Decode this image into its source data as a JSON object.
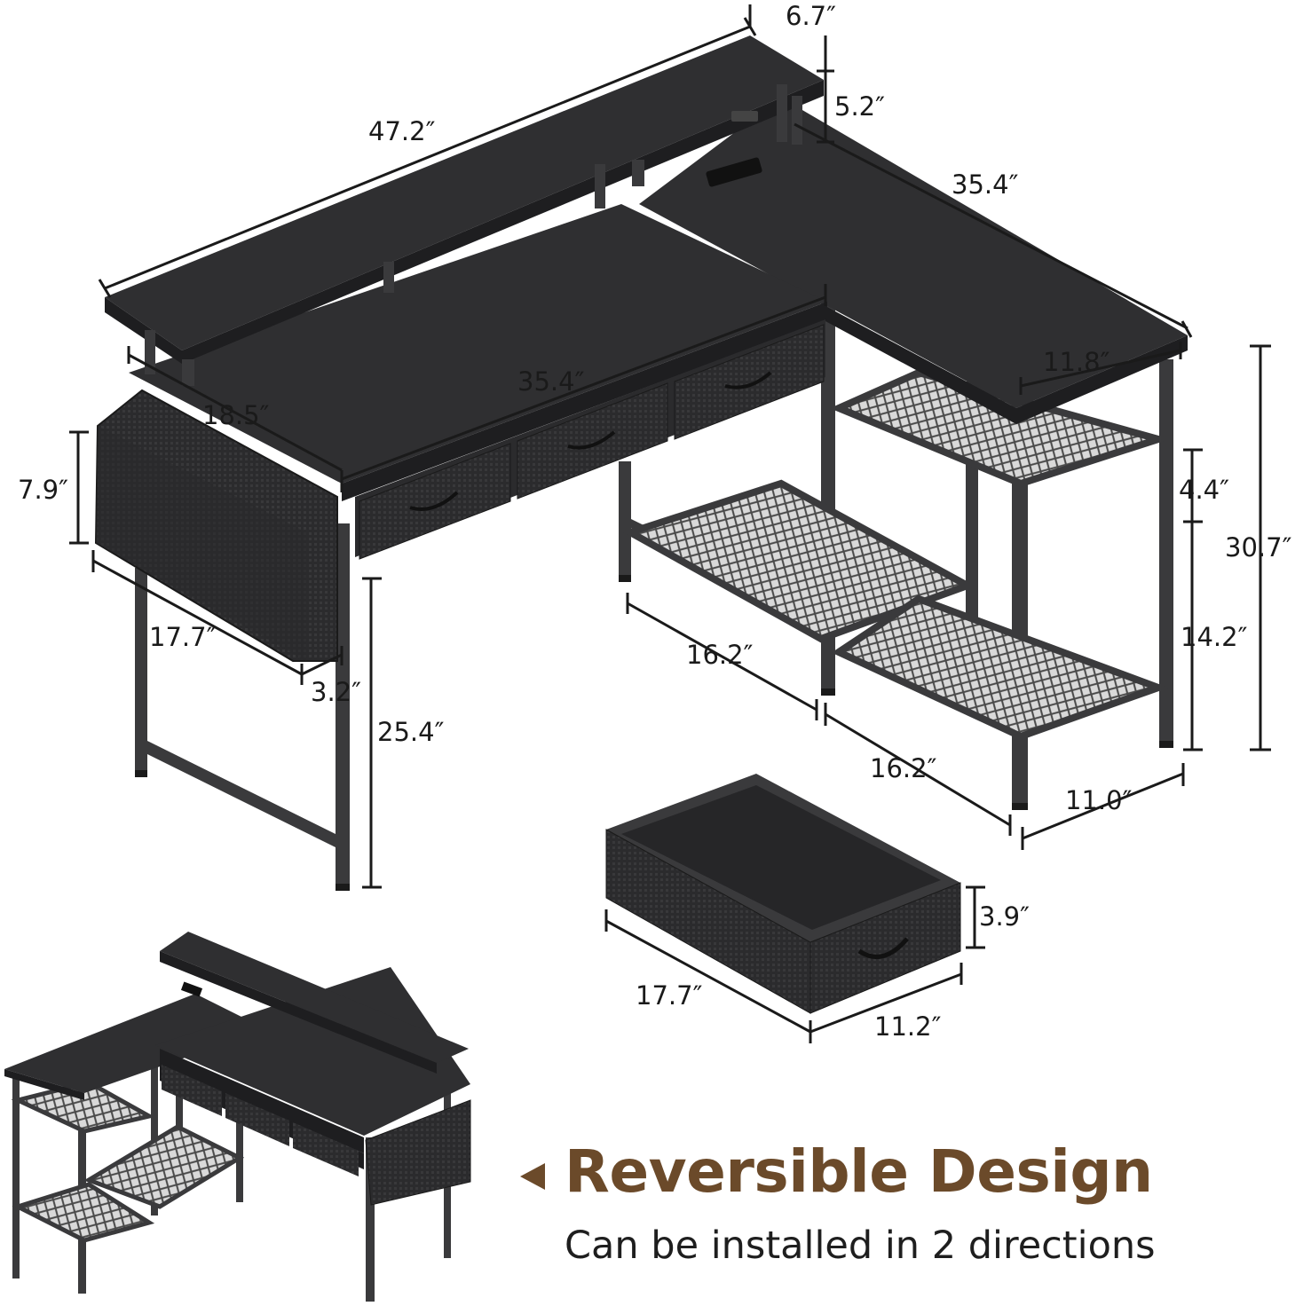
{
  "dimensions": {
    "hutch_depth": "6.7″",
    "hutch_height": "5.2″",
    "hutch_width": "47.2″",
    "return_length": "35.4″",
    "desk_width": "35.4″",
    "return_depth": "11.8″",
    "desk_depth": "18.5″",
    "bag_height": "7.9″",
    "bag_width": "17.7″",
    "bag_depth": "3.2″",
    "desk_height": "25.4″",
    "shelf_gap_top": "4.4″",
    "total_height": "30.7″",
    "shelf_gap_bottom": "14.2″",
    "shelf_length_1": "16.2″",
    "shelf_length_2": "16.2″",
    "shelf_depth": "11.0″",
    "drawer_height": "3.9″",
    "drawer_length": "17.7″",
    "drawer_width": "11.2″"
  },
  "headline": {
    "title": "Reversible Design",
    "subtitle": "Can be installed in 2 directions"
  },
  "colors": {
    "accent": "#6b4a2a",
    "desk_top": "#2f2f31",
    "frame": "#3a3a3c"
  }
}
